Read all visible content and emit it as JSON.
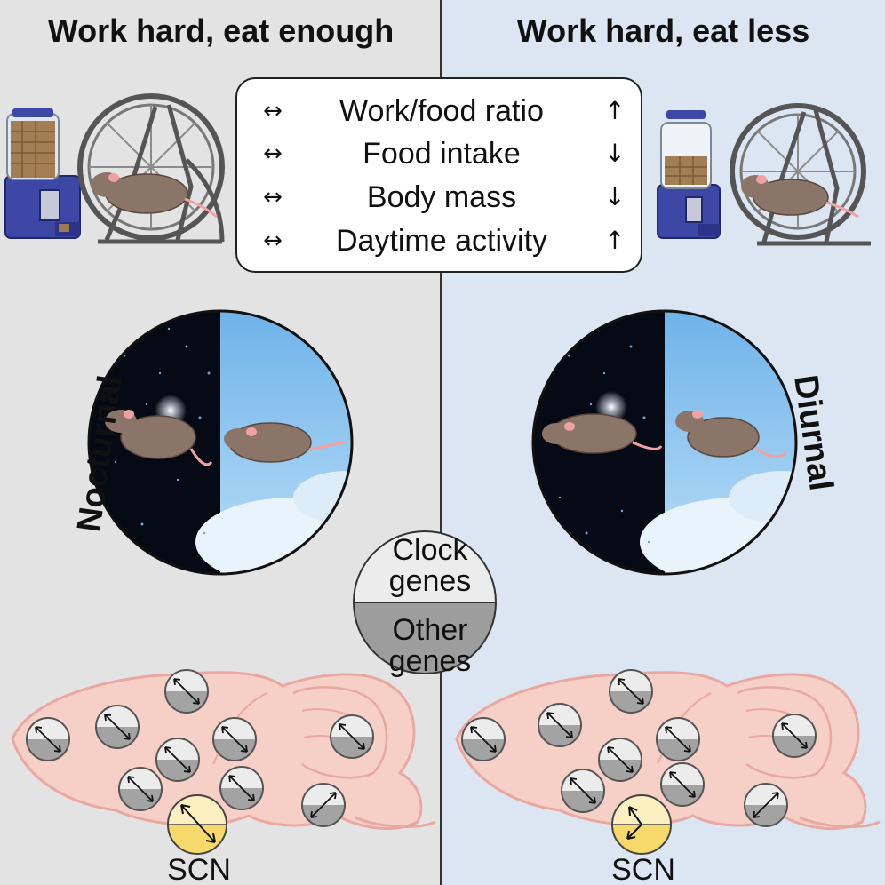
{
  "titles": {
    "left": "Work hard, eat enough",
    "right": "Work hard, eat less"
  },
  "summary": {
    "rows": [
      {
        "left_symbol": "↔",
        "label": "Work/food ratio",
        "right_symbol": "↑"
      },
      {
        "left_symbol": "↔",
        "label": "Food intake",
        "right_symbol": "↓"
      },
      {
        "left_symbol": "↔",
        "label": "Body mass",
        "right_symbol": "↓"
      },
      {
        "left_symbol": "↔",
        "label": "Daytime activity",
        "right_symbol": "↑"
      }
    ]
  },
  "phenotypes": {
    "left": "Nocturnal",
    "right": "Diurnal"
  },
  "genes": {
    "top": "Clock genes",
    "top_line1": "Clock",
    "top_line2": "genes",
    "bottom": "Other genes",
    "bottom_line1": "Other",
    "bottom_line2": "genes"
  },
  "brain_labels": {
    "left": "SCN",
    "right": "SCN"
  },
  "colors": {
    "left_bg": "#e4e3e4",
    "right_bg": "#dbe6f2",
    "night_sky": "#060a14",
    "day_sky": "#8cc6ee",
    "mouse_body": "#8b7568",
    "brain_fill": "#f6cfc6",
    "brain_outline": "#e8a7a0",
    "scn_fill": "#f6d96a",
    "gene_top": "#ececec",
    "gene_bottom": "#9d9d9d"
  }
}
